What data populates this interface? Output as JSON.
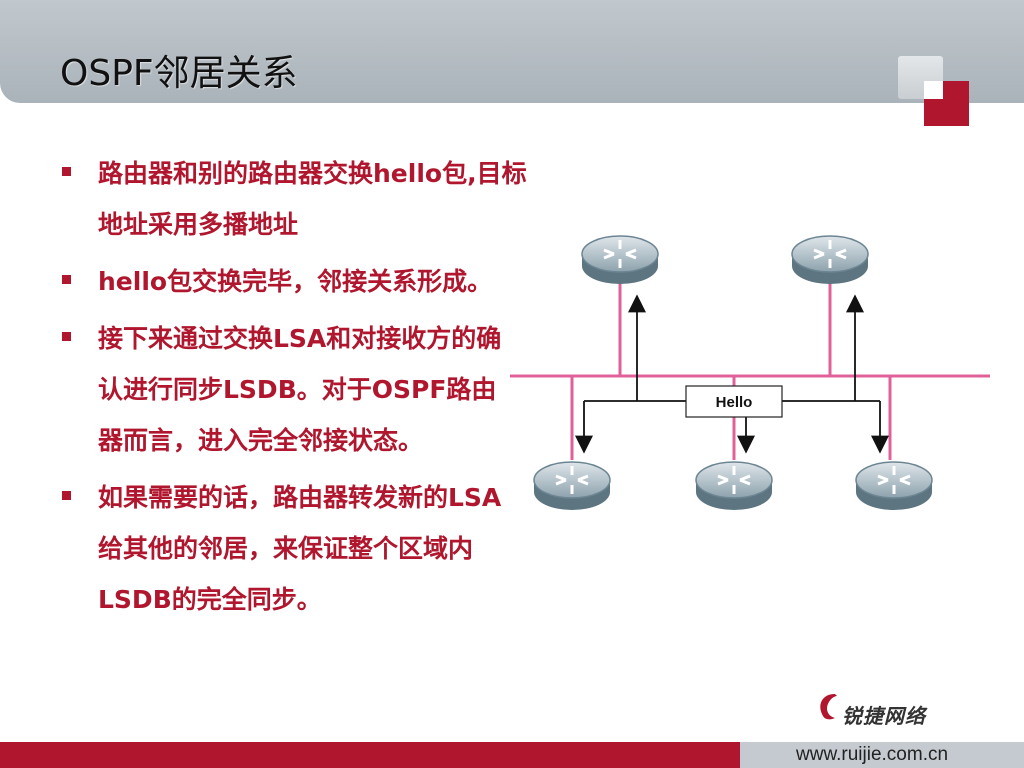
{
  "slide": {
    "title": "OSPF邻居关系",
    "bullets": [
      "路由器和别的路由器交换hello包,目标地址采用多播地址",
      "hello包交换完毕，邻接关系形成。",
      "接下来通过交换LSA和对接收方的确认进行同步LSDB。对于OSPF路由器而言，进入完全邻接状态。",
      "如果需要的话，路由器转发新的LSA给其他的邻居，来保证整个区域内LSDB的完全同步。"
    ]
  },
  "diagram": {
    "packet_label": "Hello",
    "routers": [
      "router-top-left",
      "router-top-right",
      "router-bottom-left",
      "router-bottom-center",
      "router-bottom-right"
    ]
  },
  "branding": {
    "logo_text": "锐捷网络",
    "url": "www.ruijie.com.cn"
  },
  "colors": {
    "accent_red": "#b0172e",
    "link_pink": "#e0609a",
    "title_band": "#b4bcc2",
    "router_body": "#6f8a97"
  }
}
